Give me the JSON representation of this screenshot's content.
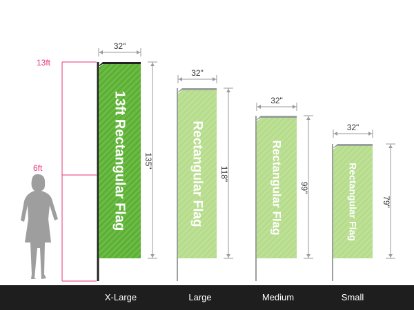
{
  "scale": {
    "top_label": "13ft",
    "mid_label": "6ft",
    "color": "#e8337a"
  },
  "colors": {
    "flag_dark": "#5ab031",
    "flag_light": "#b5dc8a",
    "flag_text": "#ffffff",
    "dim_line": "#9a9a9a",
    "dim_text": "#333333",
    "pole": "#9aa09b",
    "pole_dark": "#222222",
    "silhouette": "#9e9e9e",
    "footer": "#1e1e1e"
  },
  "flags": [
    {
      "size": "X-Large",
      "width_label": "32\"",
      "height_label": "135\"",
      "flag_text": "13ft Rectangular Flag",
      "style": "dark"
    },
    {
      "size": "Large",
      "width_label": "32\"",
      "height_label": "118\"",
      "flag_text": "Rectangular Flag",
      "style": "light"
    },
    {
      "size": "Medium",
      "width_label": "32\"",
      "height_label": "99\"",
      "flag_text": "Rectangular Flag",
      "style": "light"
    },
    {
      "size": "Small",
      "width_label": "32\"",
      "height_label": "79\"",
      "flag_text": "Rectangular Flag",
      "style": "light"
    }
  ]
}
